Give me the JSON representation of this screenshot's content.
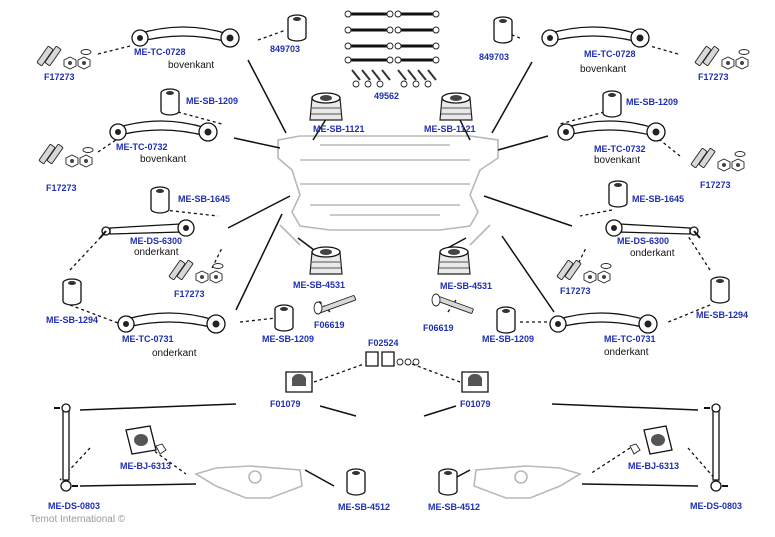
{
  "colors": {
    "label": "#1f2fb0",
    "text": "#111111",
    "copyright": "#9a9a9a",
    "frame": "#b8b8b8"
  },
  "labels": {
    "tc0728_l": "ME-TC-0728",
    "tc0728_r": "ME-TC-0728",
    "bovenkant_1": "bovenkant",
    "bovenkant_2": "bovenkant",
    "bovenkant_3": "bovenkant",
    "bovenkant_4": "bovenkant",
    "p849703_l": "849703",
    "p849703_r": "849703",
    "f17273_1": "F17273",
    "f17273_2": "F17273",
    "f17273_3": "F17273",
    "f17273_4": "F17273",
    "f17273_5": "F17273",
    "f17273_6": "F17273",
    "sb1209_1": "ME-SB-1209",
    "sb1209_2": "ME-SB-1209",
    "sb1209_3": "ME-SB-1209",
    "sb1209_4": "ME-SB-1209",
    "sb1121_l": "ME-SB-1121",
    "sb1121_r": "ME-SB-1121",
    "p49562": "49562",
    "tc0732_l": "ME-TC-0732",
    "tc0732_r": "ME-TC-0732",
    "sb1645_l": "ME-SB-1645",
    "sb1645_r": "ME-SB-1645",
    "ds6300_l": "ME-DS-6300",
    "ds6300_r": "ME-DS-6300",
    "onderkant_1": "onderkant",
    "onderkant_2": "onderkant",
    "onderkant_3": "onderkant",
    "onderkant_4": "onderkant",
    "sb1294_l": "ME-SB-1294",
    "sb1294_r": "ME-SB-1294",
    "sb4531_l": "ME-SB-4531",
    "sb4531_r": "ME-SB-4531",
    "f06619_l": "F06619",
    "f06619_r": "F06619",
    "tc0731_l": "ME-TC-0731",
    "tc0731_r": "ME-TC-0731",
    "f02524": "F02524",
    "f01079_l": "F01079",
    "f01079_r": "F01079",
    "bj6313_l": "ME-BJ-6313",
    "bj6313_r": "ME-BJ-6313",
    "ds0803_l": "ME-DS-0803",
    "ds0803_r": "ME-DS-0803",
    "sb4512_l": "ME-SB-4512",
    "sb4512_r": "ME-SB-4512"
  },
  "copyright": "Temot International ©"
}
